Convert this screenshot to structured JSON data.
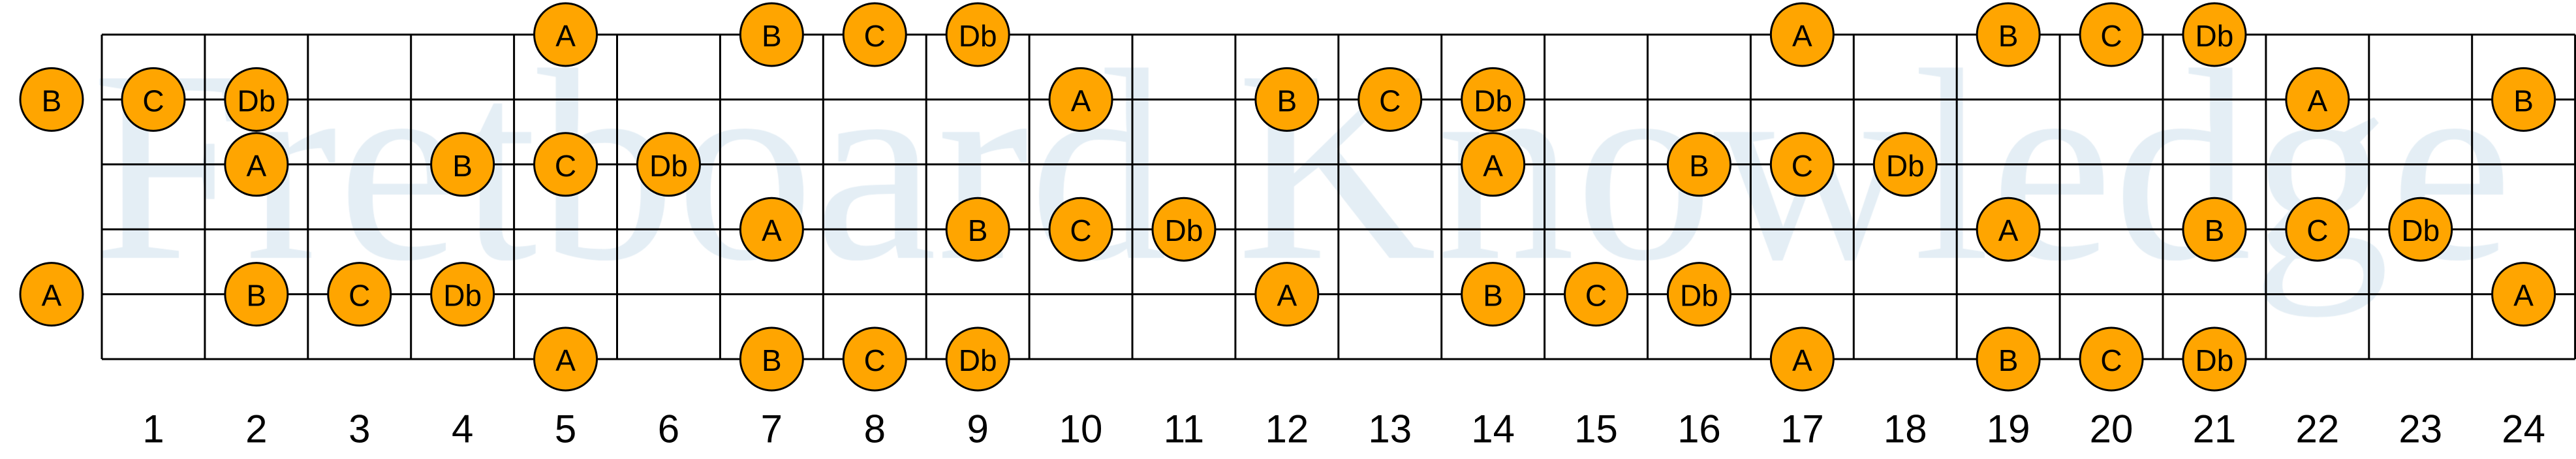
{
  "watermark": "Fretboard Knowledge",
  "colors": {
    "note_fill": "#FFA500",
    "line": "#000000",
    "watermark": "#e4eef5"
  },
  "fret_count": 24,
  "string_count": 6,
  "fret_numbers": [
    "1",
    "2",
    "3",
    "4",
    "5",
    "6",
    "7",
    "8",
    "9",
    "10",
    "11",
    "12",
    "13",
    "14",
    "15",
    "16",
    "17",
    "18",
    "19",
    "20",
    "21",
    "22",
    "23",
    "24"
  ],
  "strings": [
    {
      "notes": [
        {
          "fret": 5,
          "note": "A"
        },
        {
          "fret": 7,
          "note": "B"
        },
        {
          "fret": 8,
          "note": "C"
        },
        {
          "fret": 9,
          "note": "Db"
        },
        {
          "fret": 17,
          "note": "A"
        },
        {
          "fret": 19,
          "note": "B"
        },
        {
          "fret": 20,
          "note": "C"
        },
        {
          "fret": 21,
          "note": "Db"
        }
      ]
    },
    {
      "notes": [
        {
          "fret": 0,
          "note": "B"
        },
        {
          "fret": 1,
          "note": "C"
        },
        {
          "fret": 2,
          "note": "Db"
        },
        {
          "fret": 10,
          "note": "A"
        },
        {
          "fret": 12,
          "note": "B"
        },
        {
          "fret": 13,
          "note": "C"
        },
        {
          "fret": 14,
          "note": "Db"
        },
        {
          "fret": 22,
          "note": "A"
        },
        {
          "fret": 24,
          "note": "B"
        }
      ]
    },
    {
      "notes": [
        {
          "fret": 2,
          "note": "A"
        },
        {
          "fret": 4,
          "note": "B"
        },
        {
          "fret": 5,
          "note": "C"
        },
        {
          "fret": 6,
          "note": "Db"
        },
        {
          "fret": 14,
          "note": "A"
        },
        {
          "fret": 16,
          "note": "B"
        },
        {
          "fret": 17,
          "note": "C"
        },
        {
          "fret": 18,
          "note": "Db"
        }
      ]
    },
    {
      "notes": [
        {
          "fret": 7,
          "note": "A"
        },
        {
          "fret": 9,
          "note": "B"
        },
        {
          "fret": 10,
          "note": "C"
        },
        {
          "fret": 11,
          "note": "Db"
        },
        {
          "fret": 19,
          "note": "A"
        },
        {
          "fret": 21,
          "note": "B"
        },
        {
          "fret": 22,
          "note": "C"
        },
        {
          "fret": 23,
          "note": "Db"
        }
      ]
    },
    {
      "notes": [
        {
          "fret": 0,
          "note": "A"
        },
        {
          "fret": 2,
          "note": "B"
        },
        {
          "fret": 3,
          "note": "C"
        },
        {
          "fret": 4,
          "note": "Db"
        },
        {
          "fret": 12,
          "note": "A"
        },
        {
          "fret": 14,
          "note": "B"
        },
        {
          "fret": 15,
          "note": "C"
        },
        {
          "fret": 16,
          "note": "Db"
        },
        {
          "fret": 24,
          "note": "A"
        }
      ]
    },
    {
      "notes": [
        {
          "fret": 5,
          "note": "A"
        },
        {
          "fret": 7,
          "note": "B"
        },
        {
          "fret": 8,
          "note": "C"
        },
        {
          "fret": 9,
          "note": "Db"
        },
        {
          "fret": 17,
          "note": "A"
        },
        {
          "fret": 19,
          "note": "B"
        },
        {
          "fret": 20,
          "note": "C"
        },
        {
          "fret": 21,
          "note": "Db"
        }
      ]
    }
  ]
}
